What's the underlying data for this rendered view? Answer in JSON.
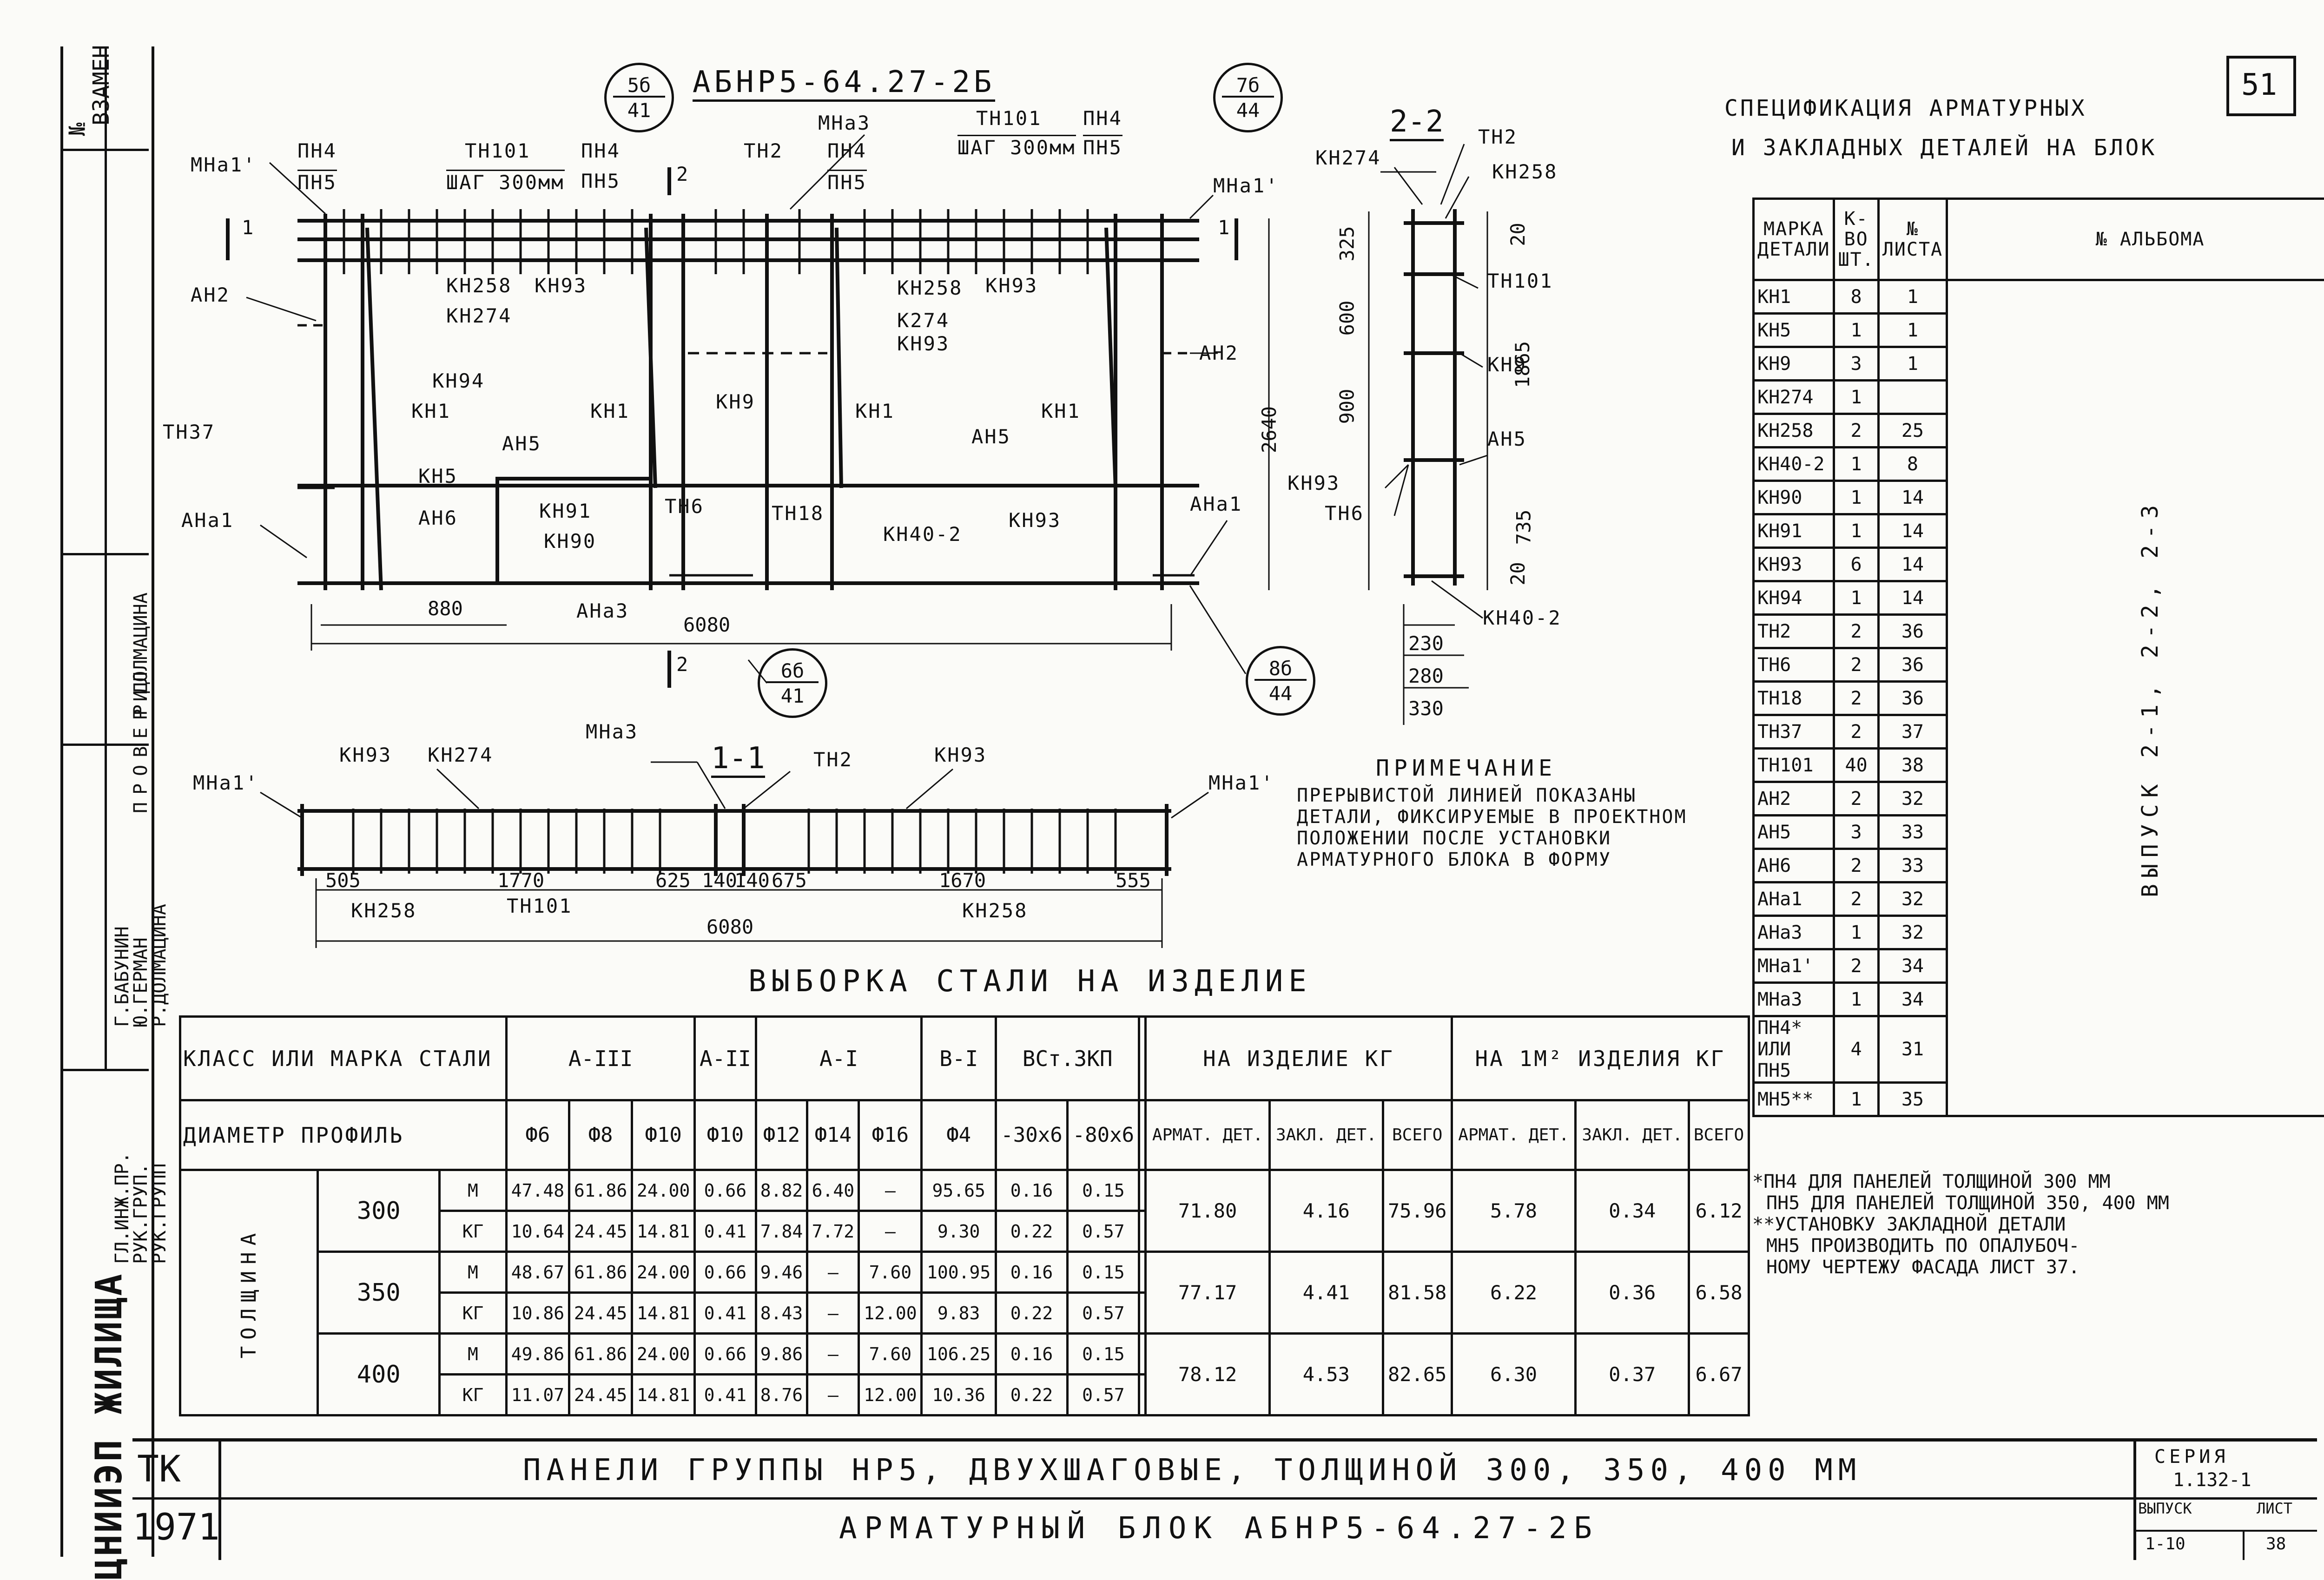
{
  "sheet": {
    "sheet_number": "51",
    "title_tk": "ТК",
    "year": "1971",
    "title_line1": "ПАНЕЛИ ГРУППЫ НР5, ДВУХШАГОВЫЕ, ТОЛЩИНОЙ 300, 350, 400 ММ",
    "title_line2": "АРМАТУРНЫЙ БЛОК АБНР5-64.27-2Б",
    "series_label": "СЕРИЯ",
    "series_value": "1.132-1",
    "issue_label": "ВЫПУСК",
    "issue_value": "1-10",
    "list_label": "ЛИСТ",
    "list_value": "38",
    "org": "ЦНИИЭП ЖИЛИЩА",
    "vzamen": "ВЗАМЕН",
    "n_label": "№",
    "left_block": {
      "proveril": "ПРОВЕРИЛ",
      "roles": [
        "ГЛ.ИНЖ.ПР.",
        "РУК.ГРУП.",
        "РУК.ГРУПП"
      ],
      "names": [
        "Г.БАБУНИН",
        "Ю.ГЕРМАН",
        "Р.ДОЛМАЦИНА"
      ],
      "checker": "Р.ДОЛМАЦИНА"
    }
  },
  "drawing": {
    "main_title": "АБНР5-64.27-2Б",
    "section_22": "2-2",
    "section_11": "1-1",
    "callouts": [
      {
        "top": "5б",
        "bottom": "41"
      },
      {
        "top": "7б",
        "bottom": "44"
      },
      {
        "top": "6б",
        "bottom": "41"
      },
      {
        "top": "8б",
        "bottom": "44"
      }
    ],
    "labels_main": {
      "mna1_left": "МНа1'",
      "pn4_a": "ПН4",
      "pn5_a": "ПН5",
      "tn101_a": "ТН101",
      "shag_a": "ШАГ 300мм",
      "pn4_b": "ПН4",
      "pn5_b": "ПН5",
      "tn2": "ТН2",
      "mna3": "МНа3",
      "pn4_c": "ПН4",
      "pn5_c": "ПН5",
      "tn101_b": "ТН101",
      "shag_b": "ШАГ 300мм",
      "pn4_d": "ПН4",
      "pn5_d": "ПН5",
      "mna1_right": "МНа1'",
      "an2_left": "АН2",
      "an2_right": "АН2",
      "kn258_a": "КН258",
      "kn93_a": "КН93",
      "kn274_a": "КН274",
      "kn258_b": "КН258",
      "kn93_b": "КН93",
      "k274": "К274",
      "kn93_c": "КН93",
      "kn94": "КН94",
      "kn1_a": "КН1",
      "kn1_b": "КН1",
      "kn9": "КН9",
      "kn1_c": "КН1",
      "kn1_d": "КН1",
      "tn37": "ТН37",
      "an5_a": "АН5",
      "an5_b": "АН5",
      "kn5": "КН5",
      "kn91": "КН91",
      "kn90": "КН90",
      "tn6": "ТН6",
      "tn18": "ТН18",
      "kn93_d": "КН93",
      "kn402": "КН40-2",
      "an6": "АН6",
      "ana1_left": "АНа1",
      "ana1_right": "АНа1",
      "ana3": "АНа3",
      "dim_880": "880",
      "dim_6080": "6080",
      "dim_2640": "2640",
      "sec2_top": "2",
      "sec2_bot": "2",
      "sec1_left": "1",
      "sec1_right": "1"
    },
    "labels_22": {
      "kn274": "КН274",
      "tn2": "ТН2",
      "kn258": "КН258",
      "tn101": "ТН101",
      "kn9": "КН9",
      "an5": "АН5",
      "kn93": "КН93",
      "tn6": "ТН6",
      "kn402": "КН40-2",
      "d325": "325",
      "d600": "600",
      "d900": "900",
      "d735": "735",
      "d20a": "20",
      "d20b": "20",
      "d1865": "1865",
      "d230": "230",
      "d280": "280",
      "d330": "330"
    },
    "labels_11": {
      "mna1_left": "МНа1'",
      "mna1_right": "МНа1'",
      "kn93_a": "КН93",
      "kn274": "КН274",
      "mna3": "МНа3",
      "tn2": "ТН2",
      "kn93_b": "КН93",
      "kn258_a": "КН258",
      "tn101": "ТН101",
      "kn258_b": "КН258",
      "d505": "505",
      "d1770": "1770",
      "d625": "625",
      "d140a": "140",
      "d140b": "140",
      "d675": "675",
      "d1670": "1670",
      "d555": "555",
      "d6080": "6080"
    }
  },
  "note": {
    "title": "ПРИМЕЧАНИЕ",
    "lines": [
      "ПРЕРЫВИСТОЙ ЛИНИЕЙ ПОКАЗАНЫ",
      "ДЕТАЛИ, ФИКСИРУЕМЫЕ В ПРОЕКТНОМ",
      "ПОЛОЖЕНИИ ПОСЛЕ УСТАНОВКИ",
      "АРМАТУРНОГО БЛОКА В ФОРМУ"
    ]
  },
  "spec": {
    "title_line1": "СПЕЦИФИКАЦИЯ АРМАТУРНЫХ",
    "title_line2": "И ЗАКЛАДНЫХ ДЕТАЛЕЙ НА БЛОК",
    "headers": [
      "МАРКА ДЕТАЛИ",
      "К-ВО ШТ.",
      "№ ЛИСТА",
      "№ АЛЬБОМА"
    ],
    "album_text": "ВЫПУСК 2-1, 2-2, 2-3",
    "rows": [
      [
        "КН1",
        "8",
        "1"
      ],
      [
        "КН5",
        "1",
        "1"
      ],
      [
        "КН9",
        "3",
        "1"
      ],
      [
        "КН274",
        "1",
        ""
      ],
      [
        "КН258",
        "2",
        "25"
      ],
      [
        "КН40-2",
        "1",
        "8"
      ],
      [
        "КН90",
        "1",
        "14"
      ],
      [
        "КН91",
        "1",
        "14"
      ],
      [
        "КН93",
        "6",
        "14"
      ],
      [
        "КН94",
        "1",
        "14"
      ],
      [
        "ТН2",
        "2",
        "36"
      ],
      [
        "ТН6",
        "2",
        "36"
      ],
      [
        "ТН18",
        "2",
        "36"
      ],
      [
        "ТН37",
        "2",
        "37"
      ],
      [
        "ТН101",
        "40",
        "38"
      ],
      [
        "АН2",
        "2",
        "32"
      ],
      [
        "АН5",
        "3",
        "33"
      ],
      [
        "АН6",
        "2",
        "33"
      ],
      [
        "АНа1",
        "2",
        "32"
      ],
      [
        "АНа3",
        "1",
        "32"
      ],
      [
        "МНа1'",
        "2",
        "34"
      ],
      [
        "МНа3",
        "1",
        "34"
      ],
      [
        "ПН4* ИЛИ ПН5",
        "4",
        "31"
      ],
      [
        "МН5**",
        "1",
        "35"
      ]
    ]
  },
  "footnotes": [
    "*ПН4 ДЛЯ ПАНЕЛЕЙ ТОЛЩИНОЙ 300 ММ",
    "ПН5 ДЛЯ ПАНЕЛЕЙ ТОЛЩИНОЙ 350, 400 ММ",
    "**УСТАНОВКУ ЗАКЛАДНОЙ ДЕТАЛИ",
    "МН5 ПРОИЗВОДИТЬ ПО ОПАЛУБОЧ-",
    "НОМУ ЧЕРТЕЖУ ФАСАДА ЛИСТ 37."
  ],
  "steel": {
    "title": "ВЫБОРКА СТАЛИ НА ИЗДЕЛИЕ",
    "class_header": "КЛАСС ИЛИ МАРКА СТАЛИ",
    "diam_header": "ДИАМЕТР ПРОФИЛЬ",
    "classes": [
      "А-III",
      "А-II",
      "А-I",
      "В-I",
      "ВСт.3КП"
    ],
    "per_item": "НА ИЗДЕЛИЕ КГ",
    "per_m2": "НА 1М² ИЗДЕЛИЯ КГ",
    "diams": [
      "Ф6",
      "Ф8",
      "Ф10",
      "Ф10",
      "Ф12",
      "Ф14",
      "Ф16",
      "Ф4",
      "-30x6",
      "-80x6"
    ],
    "sub_heads": [
      "АРМАТ. ДЕТ.",
      "ЗАКЛ. ДЕТ.",
      "ВСЕГО",
      "АРМАТ. ДЕТ.",
      "ЗАКЛ. ДЕТ.",
      "ВСЕГО"
    ],
    "thickness_label": "ТОЛЩИНА",
    "rows": [
      {
        "t": "300",
        "unit": "М",
        "v": [
          "47.48",
          "61.86",
          "24.00",
          "0.66",
          "8.82",
          "6.40",
          "—",
          "95.65",
          "0.16",
          "0.15"
        ]
      },
      {
        "t": "",
        "unit": "КГ",
        "v": [
          "10.64",
          "24.45",
          "14.81",
          "0.41",
          "7.84",
          "7.72",
          "—",
          "9.30",
          "0.22",
          "0.57"
        ]
      },
      {
        "t": "350",
        "unit": "М",
        "v": [
          "48.67",
          "61.86",
          "24.00",
          "0.66",
          "9.46",
          "—",
          "7.60",
          "100.95",
          "0.16",
          "0.15"
        ]
      },
      {
        "t": "",
        "unit": "КГ",
        "v": [
          "10.86",
          "24.45",
          "14.81",
          "0.41",
          "8.43",
          "—",
          "12.00",
          "9.83",
          "0.22",
          "0.57"
        ]
      },
      {
        "t": "400",
        "unit": "М",
        "v": [
          "49.86",
          "61.86",
          "24.00",
          "0.66",
          "9.86",
          "—",
          "7.60",
          "106.25",
          "0.16",
          "0.15"
        ]
      },
      {
        "t": "",
        "unit": "КГ",
        "v": [
          "11.07",
          "24.45",
          "14.81",
          "0.41",
          "8.76",
          "—",
          "12.00",
          "10.36",
          "0.22",
          "0.57"
        ]
      }
    ],
    "totals": [
      [
        "71.80",
        "4.16",
        "75.96",
        "5.78",
        "0.34",
        "6.12"
      ],
      [
        "77.17",
        "4.41",
        "81.58",
        "6.22",
        "0.36",
        "6.58"
      ],
      [
        "78.12",
        "4.53",
        "82.65",
        "6.30",
        "0.37",
        "6.67"
      ]
    ]
  }
}
